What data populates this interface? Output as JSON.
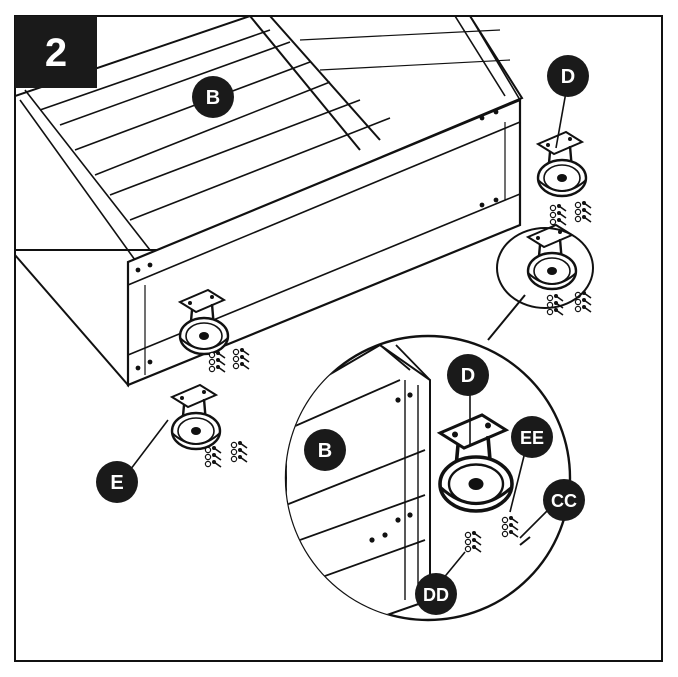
{
  "step": {
    "number": "2"
  },
  "callouts": {
    "b_main": "B",
    "d_top": "D",
    "e_label": "E",
    "d_detail": "D",
    "b_detail": "B",
    "ee_label": "EE",
    "cc_label": "CC",
    "dd_label": "DD"
  },
  "colors": {
    "ink": "#111111",
    "paper": "#ffffff",
    "badge": "#1a1a1a"
  }
}
